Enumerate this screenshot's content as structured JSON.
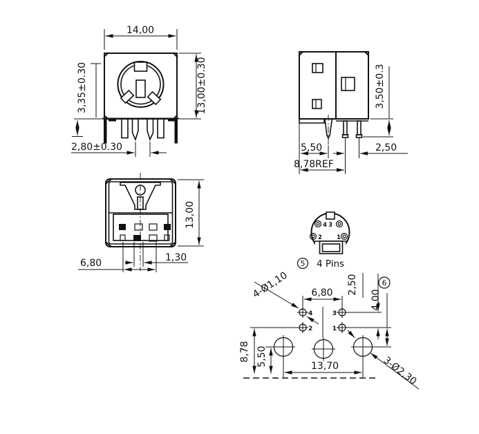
{
  "front_view": {
    "width": "14,00",
    "height": "13,00±0.30",
    "flange_height": "3,35±0.30",
    "pin_spacing": "2,80±0.30"
  },
  "side_view": {
    "pin_length": "3,50±0.3",
    "shield_pin_offset": "5,50",
    "pin_spacing": "2,50",
    "ref_width": "8,78REF"
  },
  "back_view": {
    "height": "13,00",
    "pin_span": "6,80",
    "pin_spacing": "1,30"
  },
  "pinout": {
    "callout_number": "5",
    "label": "4 Pins",
    "pin_labels": {
      "p1": "1",
      "p2": "2",
      "p3": "3",
      "p4": "4"
    }
  },
  "footprint": {
    "callout_number": "6",
    "pin_holes": "4-Ø1,10",
    "pin_span": "6,80",
    "row_spacing": "2,50",
    "hole_offset": "4,00",
    "pin_row_to_edge": "8,78",
    "hole_to_edge": "5,50",
    "hole_span": "13,70",
    "shield_holes": "3-Ø2,30",
    "pad_labels": {
      "p1": "1",
      "p2": "2",
      "p3": "3",
      "p4": "4"
    }
  }
}
